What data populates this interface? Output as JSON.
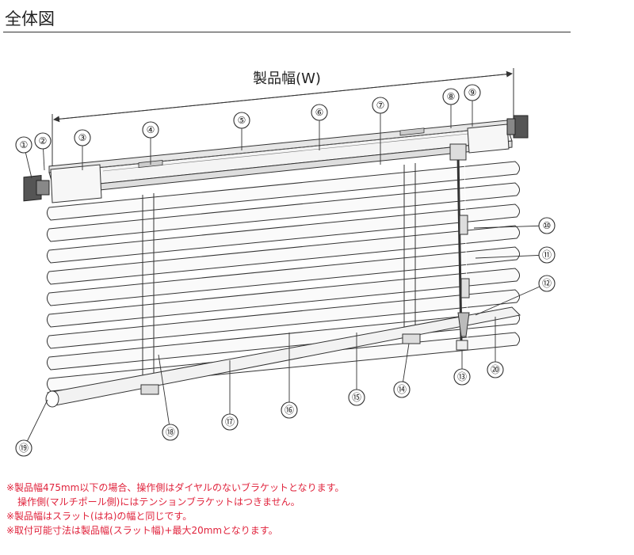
{
  "title": "全体図",
  "width_label": "製品幅(W)",
  "callouts": [
    "①",
    "②",
    "③",
    "④",
    "⑤",
    "⑥",
    "⑦",
    "⑧",
    "⑨",
    "⑩",
    "⑪",
    "⑫",
    "⑬",
    "⑭",
    "⑮",
    "⑯",
    "⑰",
    "⑱",
    "⑲",
    "⑳"
  ],
  "notes": [
    "※製品幅475mm以下の場合、操作側はダイヤルのないブラケットとなります。",
    "操作側(マルチポール側)にはテンションブラケットはつきません。",
    "※製品幅はスラット(はね)の幅と同じです。",
    "※取付可能寸法は製品幅(スラット幅)+最大20mmとなります。"
  ]
}
